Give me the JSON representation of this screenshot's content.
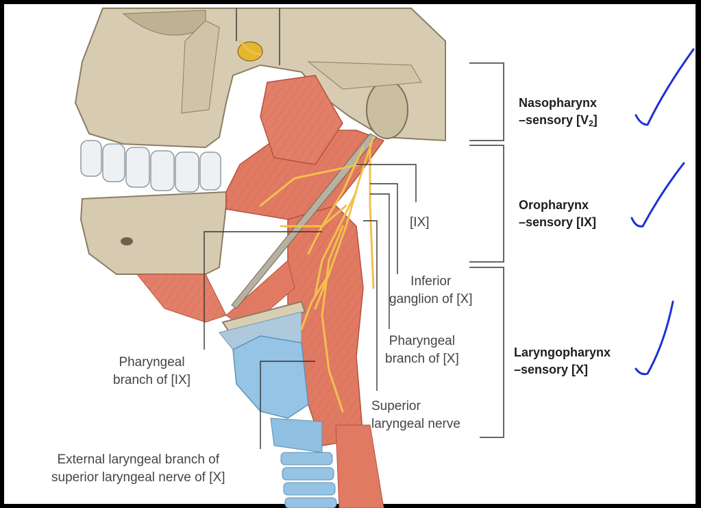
{
  "labels": {
    "ix_top": "[IX]",
    "inferior_ganglion_l1": "Inferior",
    "inferior_ganglion_l2": "ganglion of [X]",
    "pharyngeal_x_l1": "Pharyngeal",
    "pharyngeal_x_l2": "branch of [X]",
    "superior_laryngeal_l1": "Superior",
    "superior_laryngeal_l2": "laryngeal nerve",
    "pharyngeal_ix_l1": "Pharyngeal",
    "pharyngeal_ix_l2": "branch of [IX]",
    "external_laryngeal_l1": "External laryngeal branch of",
    "external_laryngeal_l2": "superior laryngeal nerve of [X]"
  },
  "regions": [
    {
      "name": "Nasopharynx",
      "sensory_prefix": "–sensory [V",
      "sensory_sub": "2",
      "sensory_suffix": "]"
    },
    {
      "name": "Oropharynx",
      "sensory_prefix": "–sensory [IX]",
      "sensory_sub": "",
      "sensory_suffix": ""
    },
    {
      "name": "Laryngopharynx",
      "sensory_prefix": "–sensory [X]",
      "sensory_sub": "",
      "sensory_suffix": ""
    }
  ],
  "colors": {
    "bone": "#d9cfb6",
    "muscle": "#e07a63",
    "cartilage": "#9cc6e2",
    "nerve": "#f2c14e",
    "checkmark": "#1d2fd6"
  }
}
